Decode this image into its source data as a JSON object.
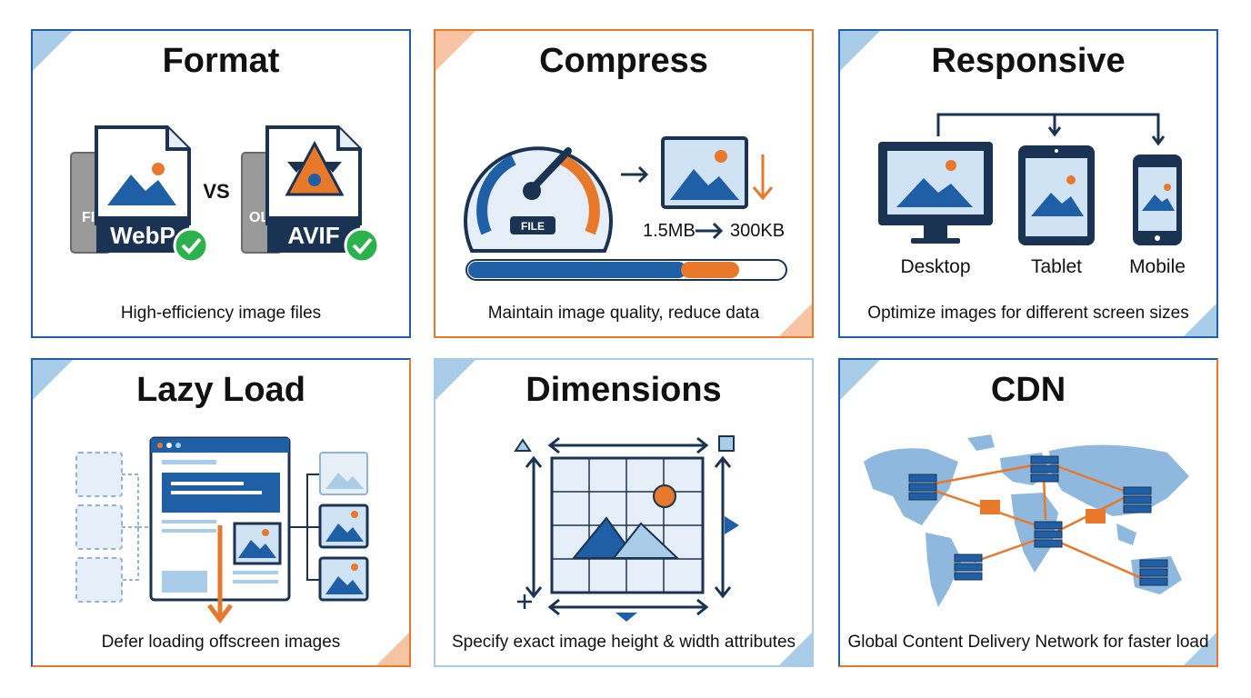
{
  "cards": [
    {
      "title": "Format",
      "caption": "High-efficiency image files",
      "labels": {
        "webp": "WebP",
        "avif": "AVIF",
        "vs": "VS",
        "legacy1": "FI",
        "legacy2": "OL"
      }
    },
    {
      "title": "Compress",
      "caption": "Maintain image quality, reduce data",
      "labels": {
        "file": "FILE",
        "from_size": "1.5MB",
        "to_size": "300KB"
      }
    },
    {
      "title": "Responsive",
      "caption": "Optimize images for different screen sizes",
      "labels": {
        "desktop": "Desktop",
        "tablet": "Tablet",
        "mobile": "Mobile"
      }
    },
    {
      "title": "Lazy Load",
      "caption": "Defer loading offscreen images"
    },
    {
      "title": "Dimensions",
      "caption": "Specify exact image height & width attributes"
    },
    {
      "title": "CDN",
      "caption": "Global Content Delivery Network for faster load"
    }
  ],
  "colors": {
    "blue": "#1f5fa6",
    "orange": "#e8782a",
    "light_blue": "#a9cde8",
    "navy": "#1b3352",
    "green": "#2bb24c"
  }
}
